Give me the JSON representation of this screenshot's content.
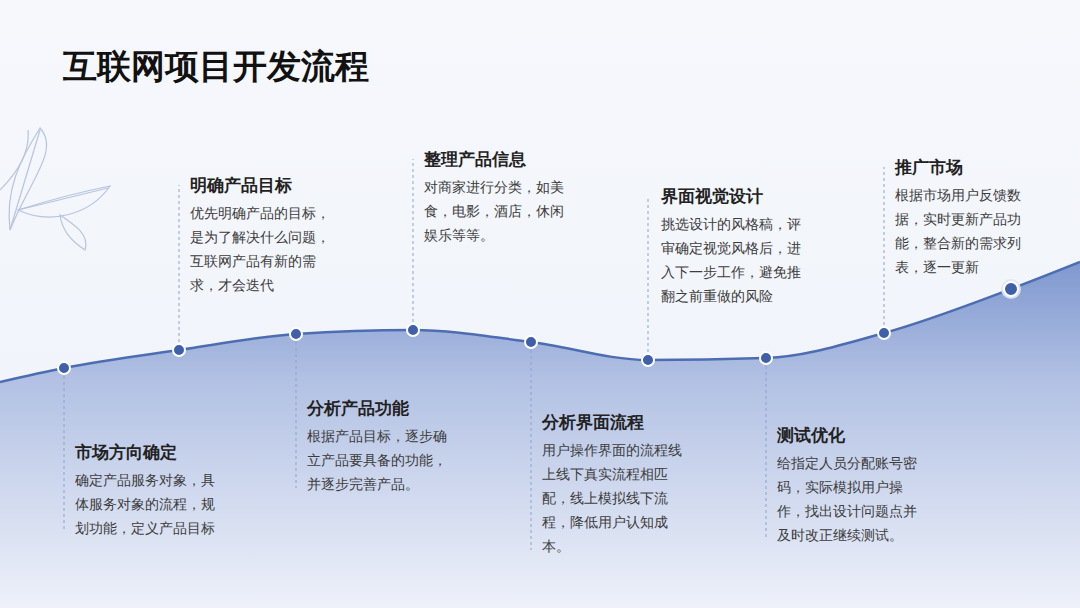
{
  "diagram": {
    "title": "互联网项目开发流程",
    "nodes": [
      {
        "text": [
          "市场方向确定",
          "确定产品服务对象，具体服务对象的流程，规划功能，定义产品目标"
        ]
      },
      {
        "text": [
          "明确产品目标",
          "优先明确产品的目标，是为了解决什么问题，互联网产品有新的需求，才会迭代"
        ]
      },
      {
        "text": [
          "分析产品功能",
          "根据产品目标，逐步确立产品要具备的功能，并逐步完善产品。"
        ]
      },
      {
        "text": [
          "整理产品信息",
          "对商家进行分类，如美食，电影，酒店，休闲娱乐等等。"
        ]
      },
      {
        "text": [
          "分析界面流程",
          "用户操作界面的流程线上线下真实流程相匹配，线上模拟线下流程，降低用户认知成本。"
        ]
      },
      {
        "text": [
          "界面视觉设计",
          "挑选设计的风格稿，评审确定视觉风格后，进入下一步工作，避免推翻之前重做的风险"
        ]
      },
      {
        "text": [
          "测试优化",
          "给指定人员分配账号密码，实际模拟用户操作，找出设计问题点并及时改正继续测试。"
        ]
      },
      {
        "text": [
          "推广市场",
          "根据市场用户反馈数据，实时更新产品功能，整合新的需求列表，逐一更新"
        ]
      }
    ]
  }
}
